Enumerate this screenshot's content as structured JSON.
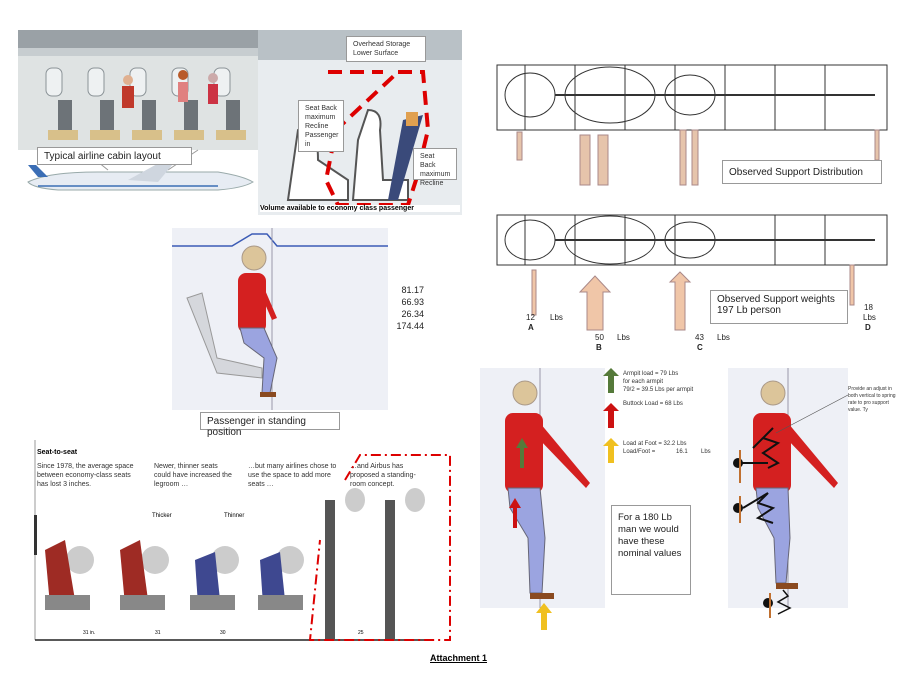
{
  "cabin": {
    "caption": "Typical airline cabin layout"
  },
  "volume": {
    "overhead": "Overhead Storage Lower Surface",
    "recline_passenger": "Seat Back maximum Recline Passenger in",
    "recline": "Seat Back maximum Recline",
    "caption": "Volume available to economy class passenger"
  },
  "skeleton1": {
    "caption": "Observed Support Distribution"
  },
  "skeleton2": {
    "caption_line1": "Observed Support weights",
    "caption_line2": "197 Lb person",
    "supports": [
      {
        "value": "12",
        "unit": "Lbs",
        "label": "A"
      },
      {
        "value": "50",
        "unit": "Lbs",
        "label": "B"
      },
      {
        "value": "43",
        "unit": "Lbs",
        "label": "C"
      },
      {
        "value": "18",
        "unit": "Lbs",
        "label": "D"
      }
    ]
  },
  "standing": {
    "caption": "Passenger in standing position",
    "values": [
      "81.17",
      "66.93",
      "26.34",
      "174.44"
    ]
  },
  "seat_to_seat": {
    "title": "Seat-to-seat",
    "panels": [
      "Since 1978, the average space between economy-class seats has lost 3 inches.",
      "Newer, thinner seats could have increased the legroom …",
      "…but many airlines chose to use the space to add more seats …",
      "…and Airbus has proposed a standing-room concept."
    ],
    "thicker": "Thicker",
    "thinner": "Thinner",
    "dims": [
      "31 in.",
      "31",
      "30",
      "25"
    ]
  },
  "loads": {
    "armpit1": "Armpit load = 79 Lbs",
    "armpit2": "for each armpit",
    "armpit3": "79/2 = 39.5 Lbs per armpit",
    "buttock": "Buttock Load = 68 Lbs",
    "foot1": "Load at Foot = 32.2 Lbs",
    "foot2": "Load/Foot =",
    "foot_value": "16.1",
    "foot_unit": "Lbs",
    "note": "For a 180 Lb man we would have these nominal values"
  },
  "spring": {
    "note": "Provide an adjust in both vertical to spring rate to pro support value. Ty"
  },
  "footer": {
    "title": "Attachment 1"
  }
}
